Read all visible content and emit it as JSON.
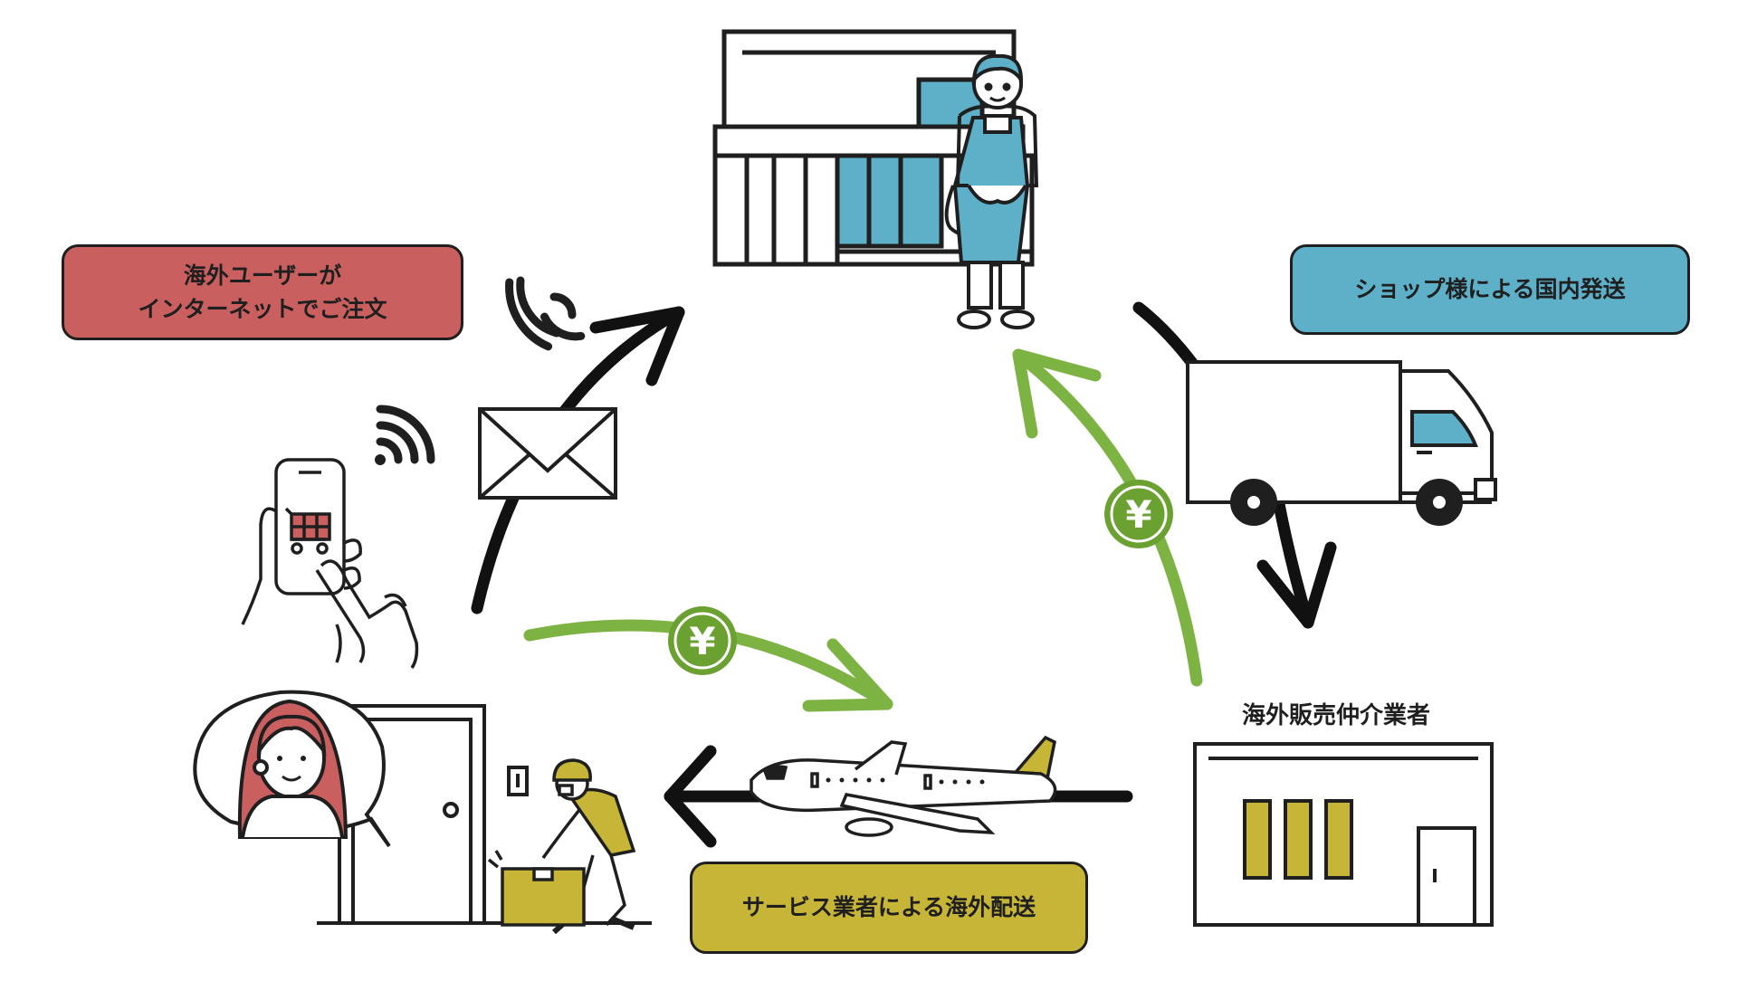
{
  "labels": {
    "overseas_user": [
      "海外ユーザーが",
      "インターネットでご注文"
    ],
    "shop_shipping": "ショップ様による国内発送",
    "overseas_delivery": "サービス業者による海外配送",
    "agency": "海外販売仲介業者"
  },
  "currency_symbol": "¥",
  "colors": {
    "user_box": "#c95f5f",
    "shop_box": "#5eb0c9",
    "delivery_box": "#c6b537",
    "payment_arrow": "#7cb342",
    "yen_badge": "#6aa131",
    "order_arrow": "#111111",
    "shop_accent": "#5eb0c9",
    "person_hair": "#c95f5f",
    "courier_accent": "#c6b537"
  },
  "icons": [
    "shop-icon",
    "shop-staff-icon",
    "truck-icon",
    "airplane-icon",
    "envelope-icon",
    "smartphone-cart-icon",
    "wifi-icon",
    "agency-building-icon",
    "door-icon",
    "customer-avatar-icon",
    "courier-icon",
    "package-icon",
    "yen-icon"
  ]
}
